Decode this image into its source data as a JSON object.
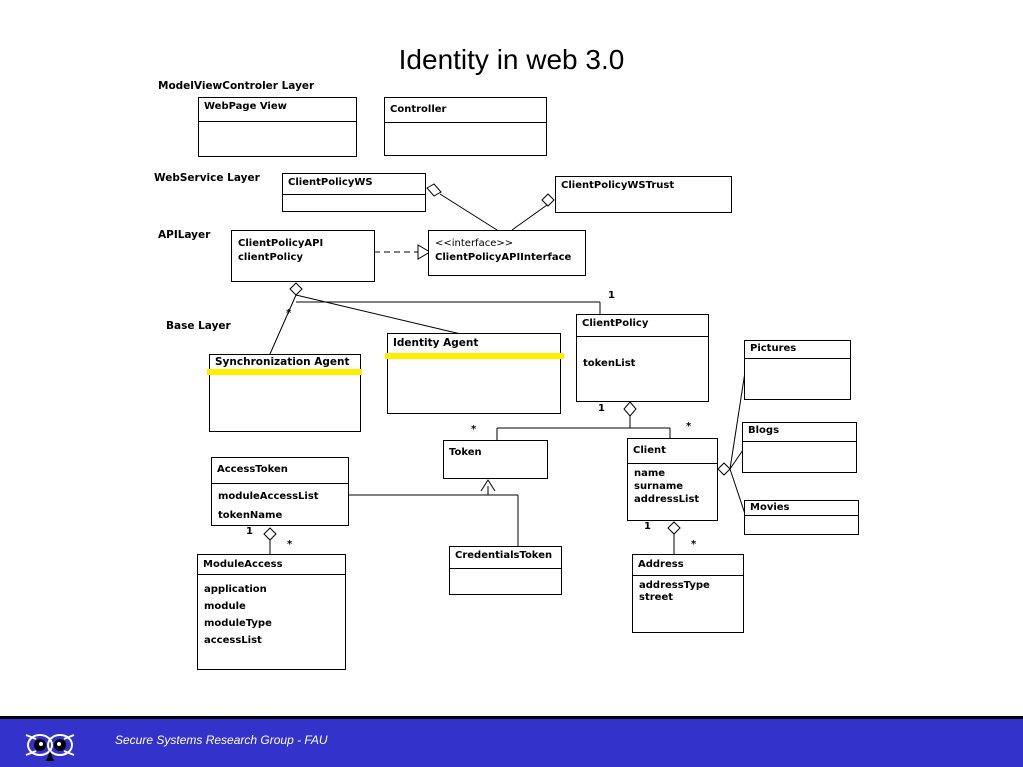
{
  "title": "Identity in web 3.0",
  "layers": {
    "mvc": "ModelViewControler Layer",
    "webservice": "WebService Layer",
    "api": "APILayer",
    "base": "Base Layer"
  },
  "classes": {
    "webpage_view": {
      "name": "WebPage View"
    },
    "controller": {
      "name": "Controller"
    },
    "client_policy_ws": {
      "name": "ClientPolicyWS"
    },
    "client_policy_ws_trust": {
      "name": "ClientPolicyWSTrust"
    },
    "client_policy_api": {
      "line1": "ClientPolicyAPI",
      "line2": "clientPolicy"
    },
    "client_policy_api_interface": {
      "line1": "<<interface>>",
      "line2": "ClientPolicyAPIInterface"
    },
    "synchronization_agent": {
      "name": "Synchronization Agent"
    },
    "identity_agent": {
      "name": "Identity Agent"
    },
    "client_policy": {
      "name": "ClientPolicy",
      "attrs": [
        "tokenList"
      ]
    },
    "pictures": {
      "name": "Pictures"
    },
    "blogs": {
      "name": "Blogs"
    },
    "movies": {
      "name": "Movies"
    },
    "token": {
      "name": "Token"
    },
    "client": {
      "name": "Client",
      "attrs": [
        "name",
        "surname",
        "addressList"
      ]
    },
    "access_token": {
      "name": "AccessToken",
      "attrs": [
        "moduleAccessList",
        "tokenName"
      ]
    },
    "credentials_token": {
      "name": "CredentialsToken"
    },
    "address": {
      "name": "Address",
      "attrs": [
        "addressType",
        "street"
      ]
    },
    "module_access": {
      "name": "ModuleAccess",
      "attrs": [
        "application",
        "module",
        "moduleType",
        "accessList"
      ]
    }
  },
  "multiplicities": {
    "clientpolicy_top": "1",
    "base_star": "*",
    "clientpolicy_bottom": "1",
    "token_star": "*",
    "client_star": "*",
    "accesstoken_one": "1",
    "moduleaccess_star": "*",
    "client_one": "1",
    "address_star": "*"
  },
  "footer": {
    "text": "Secure Systems Research Group - FAU"
  },
  "colors": {
    "footer_bg": "#3333cc",
    "highlight": "#ffee00"
  },
  "icons": {
    "logo": "owl-logo-icon"
  }
}
